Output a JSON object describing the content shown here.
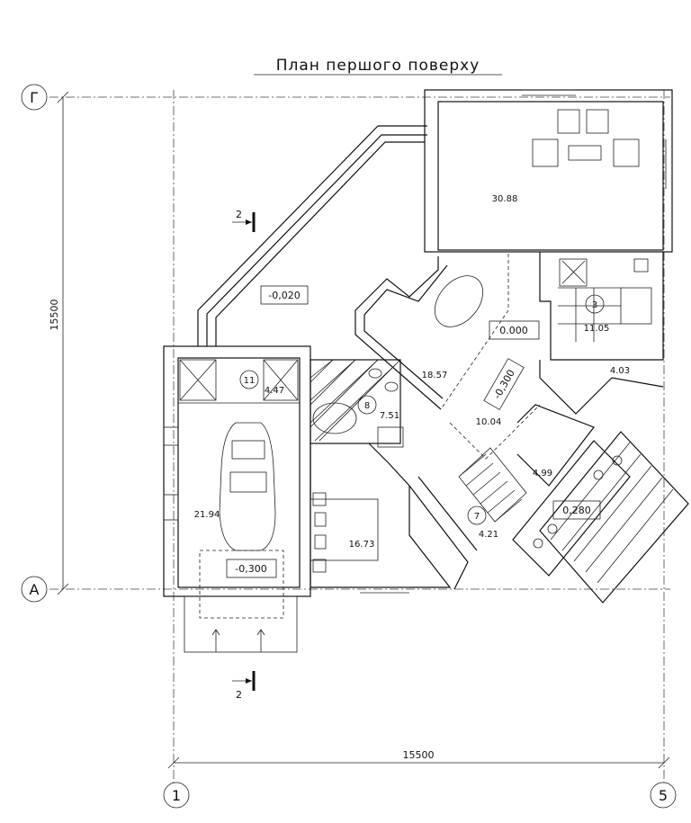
{
  "title": "План першого поверху",
  "axes": {
    "g": "Г",
    "a": "А",
    "one": "1",
    "five": "5"
  },
  "dimensions": {
    "horizontal": "15500",
    "vertical": "15500"
  },
  "section_marks": {
    "top": "2",
    "bottom": "2"
  },
  "levels": {
    "terrace": "-0,020",
    "garage": "-0,300",
    "hall": "0.000",
    "stair": "-0,300",
    "porch": "0,280"
  },
  "areas": {
    "living": "30.88",
    "dining": "18.57",
    "kitchen": "11.05",
    "storage": "4.03",
    "hall": "10.04",
    "vestibule": "4.99",
    "stair": "4.21",
    "bedroom": "16.73",
    "bathroom": "7.51",
    "garage": "21.94",
    "boiler": "4.47"
  },
  "room_numbers": {
    "kitchen": "3",
    "stair": "7",
    "bathroom": "8",
    "boiler": "11"
  }
}
